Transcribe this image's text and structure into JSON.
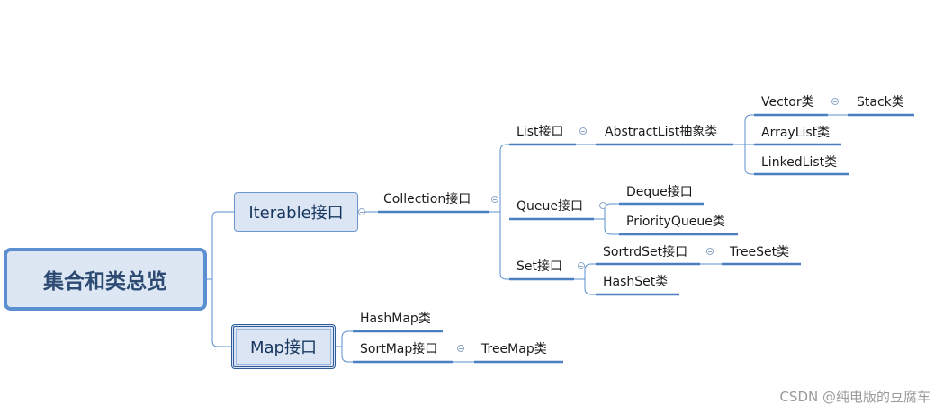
{
  "root": {
    "label": "集合和类总览"
  },
  "branches": {
    "iterable": {
      "label": "Iterable接口"
    },
    "map": {
      "label": "Map接口"
    }
  },
  "nodes": {
    "collection": "Collection接口",
    "list": "List接口",
    "queue": "Queue接口",
    "set": "Set接口",
    "abstractlist": "AbstractList抽象类",
    "vector": "Vector类",
    "stack": "Stack类",
    "arraylist": "ArrayList类",
    "linkedlist": "LinkedList类",
    "deque": "Deque接口",
    "priorityqueue": "PriorityQueue类",
    "sortedset": "SortrdSet接口",
    "treeset": "TreeSet类",
    "hashset": "HashSet类",
    "hashmap": "HashMap类",
    "sortmap": "SortMap接口",
    "treemap": "TreeMap类"
  },
  "watermark": "CSDN @纯电版的豆腐车",
  "colors": {
    "connector": "#5b8fcf",
    "underline": "#4a7fc0",
    "root_border": "#5b8fcf",
    "node_fill": "#dbe5f3"
  }
}
